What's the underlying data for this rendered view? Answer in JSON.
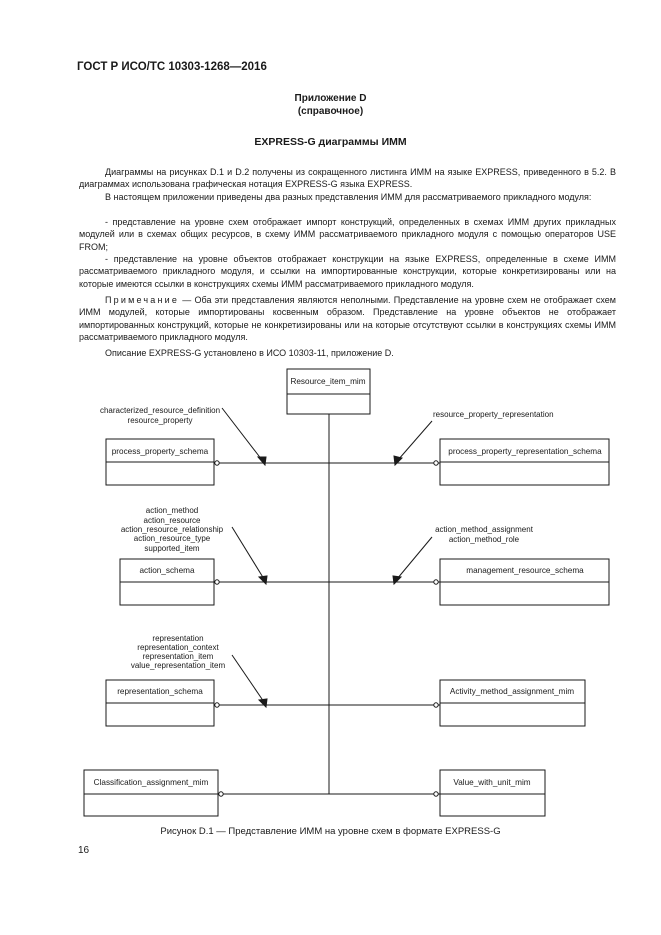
{
  "header": {
    "standard": "ГОСТ Р ИСО/ТС 10303-1268—2016"
  },
  "annex": {
    "title": "Приложение D",
    "subtitle": "(справочное)"
  },
  "section_title": "EXPRESS-G диаграммы ИММ",
  "paragraphs": {
    "p1": "Диаграммы на рисунках D.1 и D.2 получены из сокращенного листинга ИММ на языке EXPRESS, приведенного в 5.2. В диаграммах использована графическая нотация EXPRESS-G языка EXPRESS.",
    "p2": "В настоящем приложении приведены два разных представления ИММ для рассматриваемого прикладного модуля:",
    "p3": "- представление на уровне схем отображает импорт конструкций, определенных в схемах ИММ других прикладных модулей или в схемах общих ресурсов, в схему ИММ рассматриваемого прикладного модуля с помощью операторов USE FROM;",
    "p4": "- представление на уровне объектов отображает конструкции на языке EXPRESS, определенные в схеме ИММ рассматриваемого прикладного модуля, и ссылки на импортированные конструкции, которые конкретизированы или на которые имеются ссылки в конструкциях схемы ИММ рассматриваемого прикладного модуля.",
    "note_label": "Примечание",
    "note_text": " — Оба эти представления являются неполными. Представление на уровне схем не отображает схем ИММ модулей, которые импортированы косвенным образом. Представление на уровне объектов не отображает импортированных конструкций, которые не конкретизированы или на которые отсутствуют ссылки в конструкциях схемы ИММ рассматриваемого прикладного модуля.",
    "p5": "Описание EXPRESS-G установлено в ИСО 10303-11, приложение D."
  },
  "diagram": {
    "center": "Resource_item_mim",
    "left_boxes": [
      "process_property_schema",
      "action_schema",
      "representation_schema",
      "Classification_assignment_mim"
    ],
    "right_boxes": [
      "process_property_representation_schema",
      "management_resource_schema",
      "Activity_method_assignment_mim",
      "Value_with_unit_mim"
    ],
    "refs_left_1": [
      "characterized_resource_definition",
      "resource_property"
    ],
    "refs_right_1": [
      "resource_property_representation"
    ],
    "refs_left_2": [
      "action_method",
      "action_resource",
      "action_resource_relationship",
      "action_resource_type",
      "supported_item"
    ],
    "refs_right_2": [
      "action_method_assignment",
      "action_method_role"
    ],
    "refs_left_3": [
      "representation",
      "representation_context",
      "representation_item",
      "value_representation_item"
    ]
  },
  "caption": "Рисунок D.1 — Представление ИММ на уровне схем в формате EXPRESS-G",
  "page_number": "16"
}
